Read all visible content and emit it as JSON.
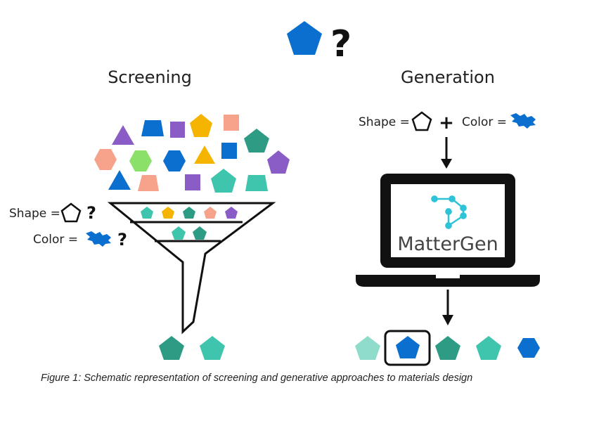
{
  "top": {
    "question_mark": "?"
  },
  "screening": {
    "title": "Screening",
    "shape_label": "Shape =",
    "color_label": "Color =",
    "question_mark": "?"
  },
  "generation": {
    "title": "Generation",
    "shape_label": "Shape =",
    "plus": "+",
    "color_label": "Color =",
    "logo_text": "MatterGen"
  },
  "caption": "Figure 1: Schematic representation of screening and generative approaches to materials design",
  "colors": {
    "blue": "#0A6FCE",
    "purple": "#8A5CC6",
    "yellow": "#F5B400",
    "salmon": "#F7A28A",
    "teal_dark": "#2E9C84",
    "teal": "#3FC5AE",
    "teal_light": "#8FDCCB",
    "green": "#8BE06A",
    "logo_cyan": "#2EC3D6",
    "laptop": "#111111"
  }
}
